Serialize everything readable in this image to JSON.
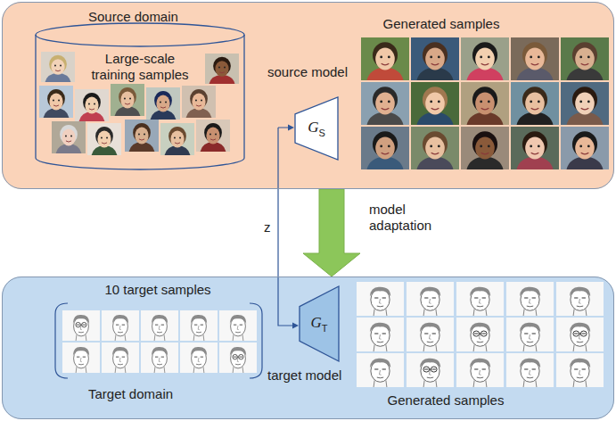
{
  "diagram": {
    "nodes": [
      {
        "text": [
          "Source domain"
        ]
      },
      {
        "text": [
          "Large-scale training samples"
        ],
        "in": 0
      },
      {
        "text": [
          "G",
          "S"
        ],
        "in": 0
      },
      {
        "text": [
          "Target domain"
        ]
      },
      {
        "text": [
          "G",
          "T"
        ],
        "in": 3
      }
    ],
    "edges": [
      {
        "from": 0,
        "to": 3,
        "arrow": "to",
        "label": "model adaptation"
      }
    ],
    "labels": [
      "Generated samples",
      "source model",
      "z",
      "10 target samples",
      "target model",
      "Generated samples"
    ]
  }
}
